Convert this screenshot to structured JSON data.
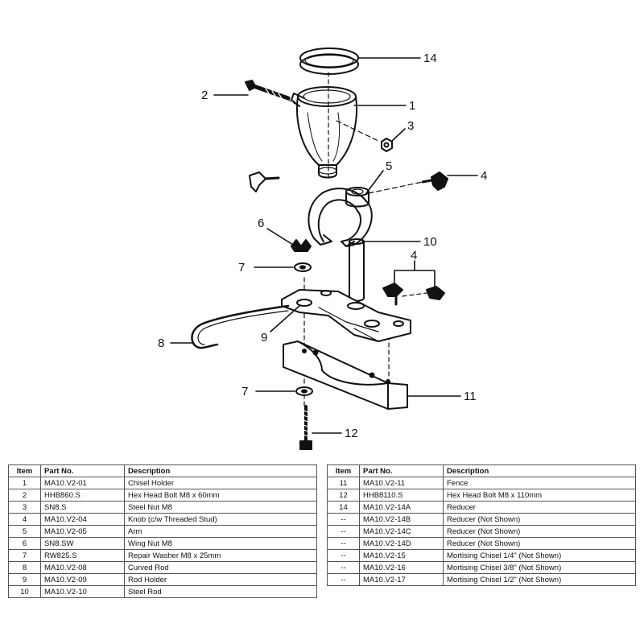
{
  "callouts": {
    "c1": "1",
    "c2": "2",
    "c3": "3",
    "c4": "4",
    "c4b": "4",
    "c5": "5",
    "c6": "6",
    "c7": "7",
    "c7b": "7",
    "c8": "8",
    "c9": "9",
    "c10": "10",
    "c11": "11",
    "c12": "12",
    "c14": "14"
  },
  "table_headers": {
    "item": "Item",
    "part_no": "Part No.",
    "description": "Description"
  },
  "parts_left": [
    {
      "item": "1",
      "part_no": "MA10.V2-01",
      "description": "Chisel Holder"
    },
    {
      "item": "2",
      "part_no": "HHB860.S",
      "description": "Hex Head Bolt M8 x 60mm"
    },
    {
      "item": "3",
      "part_no": "SN8.S",
      "description": "Steel Nut M8"
    },
    {
      "item": "4",
      "part_no": "MA10.V2-04",
      "description": "Knob (c/w Threaded Stud)"
    },
    {
      "item": "5",
      "part_no": "MA10.V2-05",
      "description": "Arm"
    },
    {
      "item": "6",
      "part_no": "SN8.SW",
      "description": "Wing Nut M8"
    },
    {
      "item": "7",
      "part_no": "RW825.S",
      "description": "Repair Washer M8 x 25mm"
    },
    {
      "item": "8",
      "part_no": "MA10.V2-08",
      "description": "Curved Rod"
    },
    {
      "item": "9",
      "part_no": "MA10.V2-09",
      "description": "Rod Holder"
    },
    {
      "item": "10",
      "part_no": "MA10.V2-10",
      "description": "Steel Rod"
    }
  ],
  "parts_right": [
    {
      "item": "11",
      "part_no": "MA10.V2-11",
      "description": "Fence"
    },
    {
      "item": "12",
      "part_no": "HHB8110.S",
      "description": "Hex Head Bolt M8 x 110mm"
    },
    {
      "item": "14",
      "part_no": "MA10.V2-14A",
      "description": "Reducer"
    },
    {
      "item": "--",
      "part_no": "MA10.V2-14B",
      "description": "Reducer (Not Shown)"
    },
    {
      "item": "--",
      "part_no": "MA10.V2-14C",
      "description": "Reducer (Not Shown)"
    },
    {
      "item": "--",
      "part_no": "MA10.V2-14D",
      "description": "Reducer (Not Shown)"
    },
    {
      "item": "--",
      "part_no": "MA10.V2-15",
      "description": "Mortising Chisel 1/4\" (Not Shown)"
    },
    {
      "item": "--",
      "part_no": "MA10.V2-16",
      "description": "Mortising Chisel 3/8\" (Not Shown)"
    },
    {
      "item": "--",
      "part_no": "MA10.V2-17",
      "description": "Mortising Chisel 1/2\" (Not Shown)"
    }
  ]
}
